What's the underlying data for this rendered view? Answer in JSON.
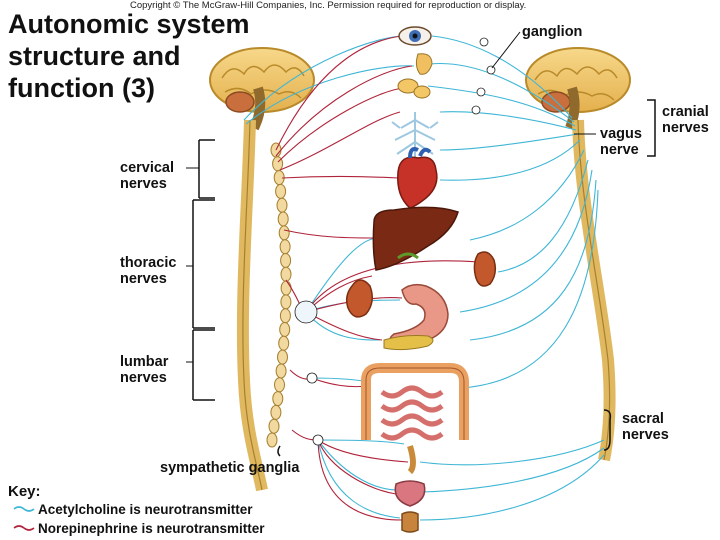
{
  "copyright": "Copyright © The McGraw-Hill Companies, Inc. Permission required for reproduction or display.",
  "title_lines": [
    "Autonomic system",
    "structure and",
    "function (3)"
  ],
  "labels": {
    "ganglion": "ganglion",
    "cranial": [
      "cranial",
      "nerves"
    ],
    "vagus": [
      "vagus",
      "nerve"
    ],
    "cervical": [
      "cervical",
      "nerves"
    ],
    "thoracic": [
      "thoracic",
      "nerves"
    ],
    "lumbar": [
      "lumbar",
      "nerves"
    ],
    "sacral": [
      "sacral",
      "nerves"
    ],
    "sympathetic": "sympathetic ganglia"
  },
  "key": {
    "heading": "Key:",
    "items": [
      {
        "label": "Acetylcholine is neurotransmitter",
        "color": "#3fb6d6"
      },
      {
        "label": "Norepinephrine is neurotransmitter",
        "color": "#b0243b"
      }
    ]
  },
  "organs": [
    "eye",
    "lacrimal-gland",
    "salivary-glands",
    "lungs",
    "heart",
    "liver",
    "kidney",
    "stomach",
    "pancreas",
    "intestines",
    "rectum",
    "bladder",
    "genitals"
  ]
}
